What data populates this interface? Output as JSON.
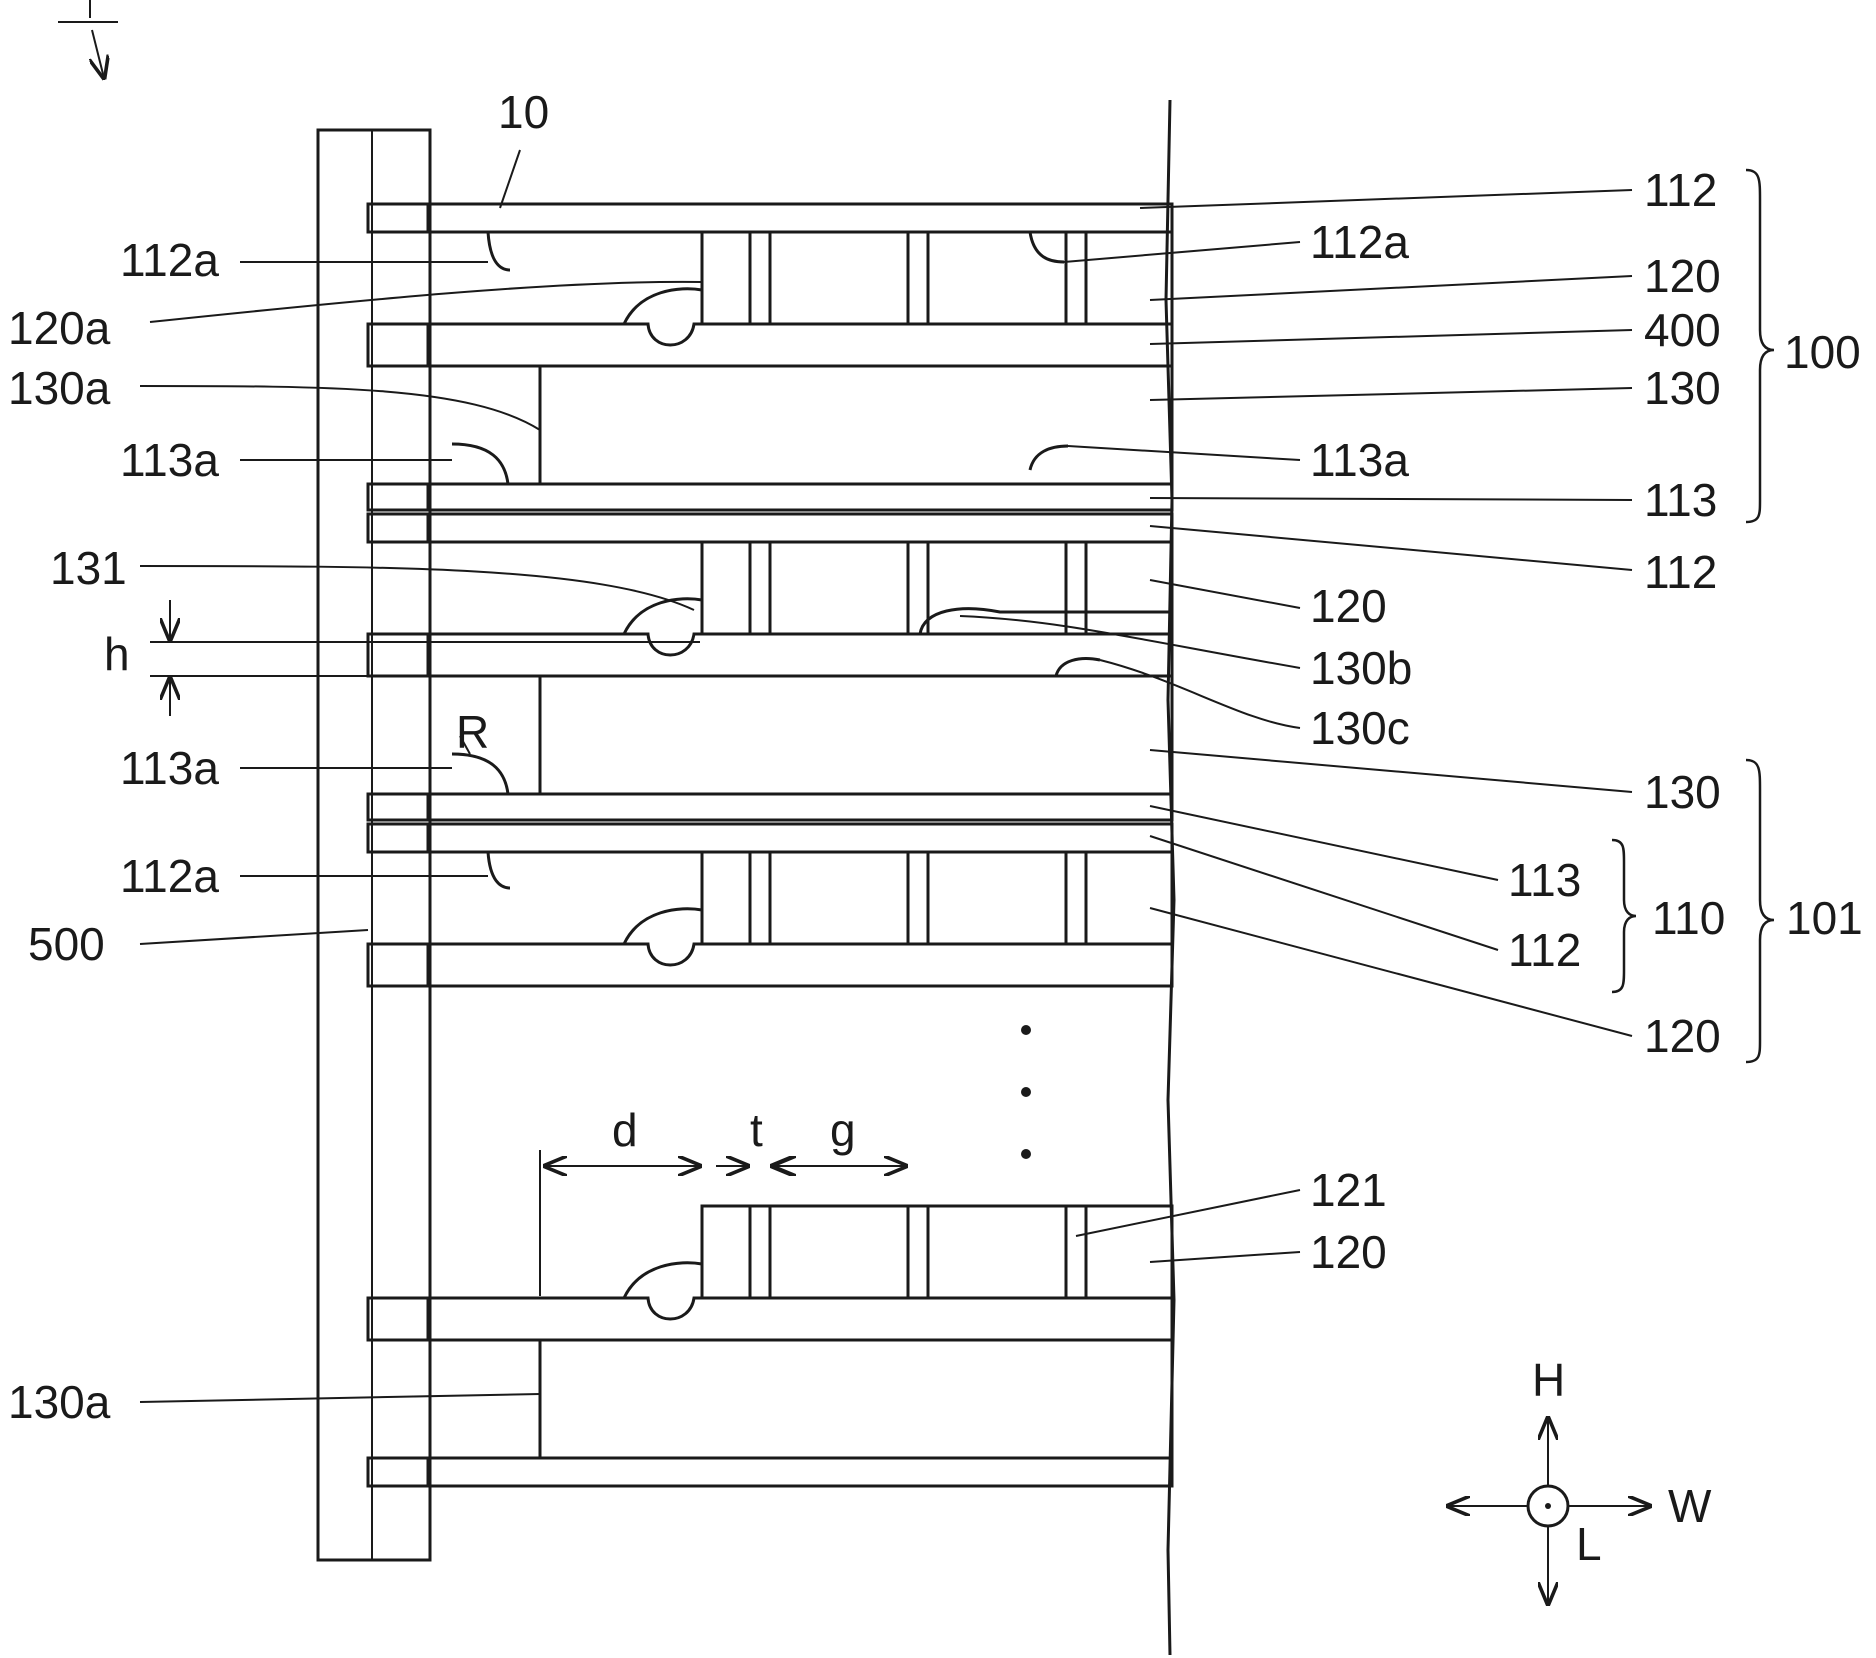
{
  "figure": {
    "ref_labels": {
      "num_10": "10",
      "num_112": "112",
      "num_112a": "112a",
      "num_113": "113",
      "num_113a": "113a",
      "num_120": "120",
      "num_120a": "120a",
      "num_121": "121",
      "num_130": "130",
      "num_130a": "130a",
      "num_130b": "130b",
      "num_130c": "130c",
      "num_131": "131",
      "num_400": "400",
      "num_500": "500",
      "num_100": "100",
      "num_101": "101",
      "num_110": "110",
      "letter_R": "R",
      "letter_h": "h",
      "letter_d": "d",
      "letter_t": "t",
      "letter_g": "g"
    },
    "axes": {
      "H": "H",
      "W": "W",
      "L": "L"
    },
    "ellipsis_dots": 3
  }
}
